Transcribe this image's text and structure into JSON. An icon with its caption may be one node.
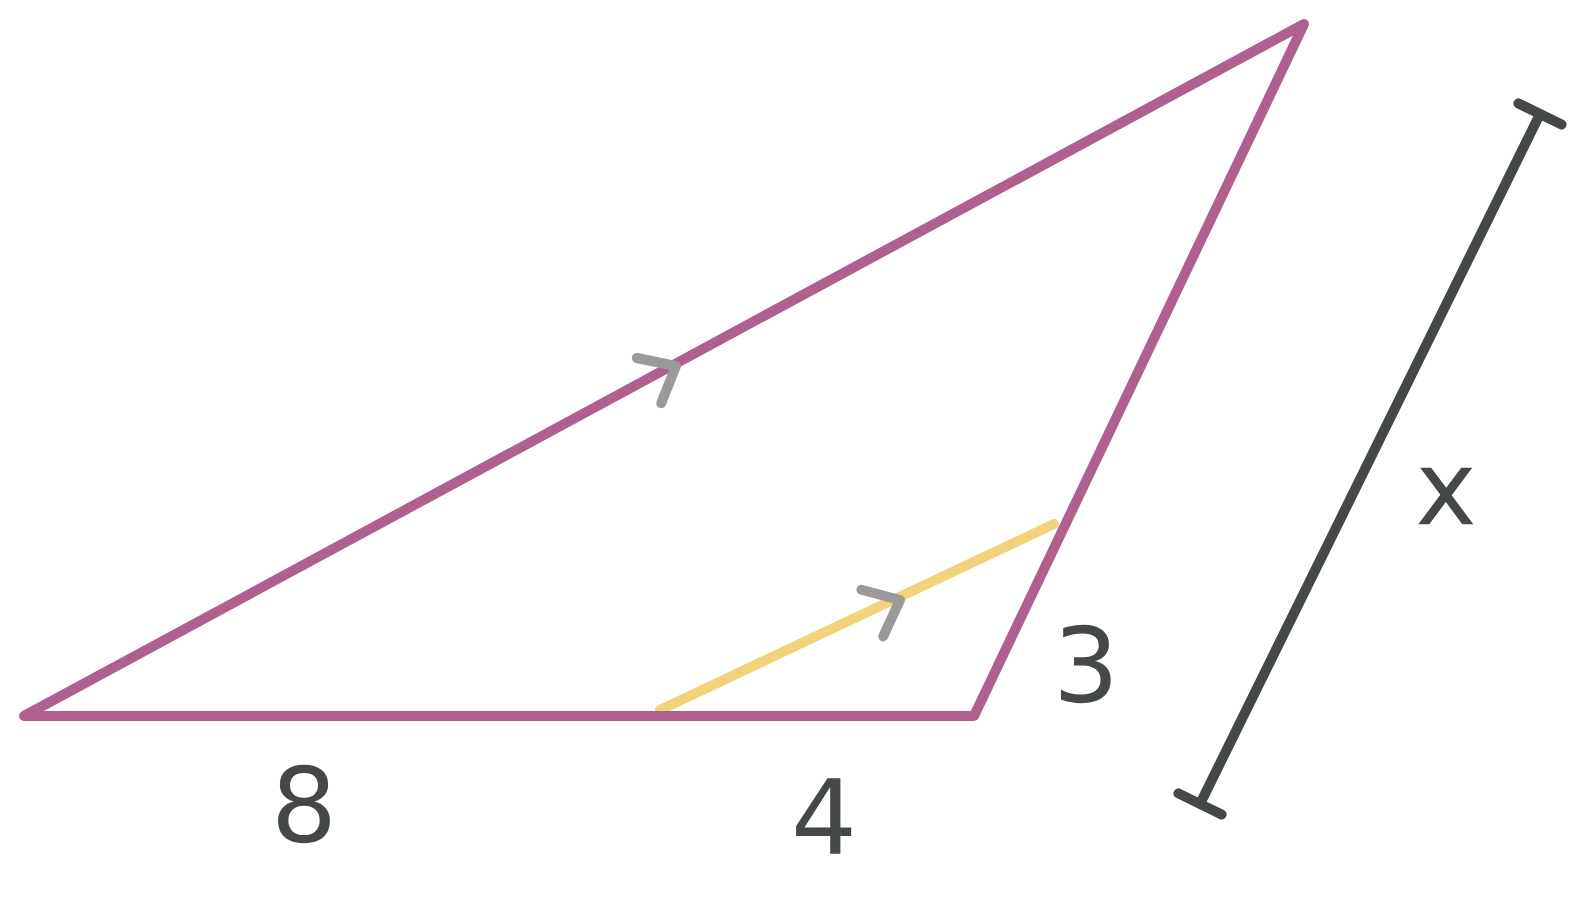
{
  "diagram": {
    "labels": [
      "x",
      "3",
      "8",
      "4"
    ]
  }
}
